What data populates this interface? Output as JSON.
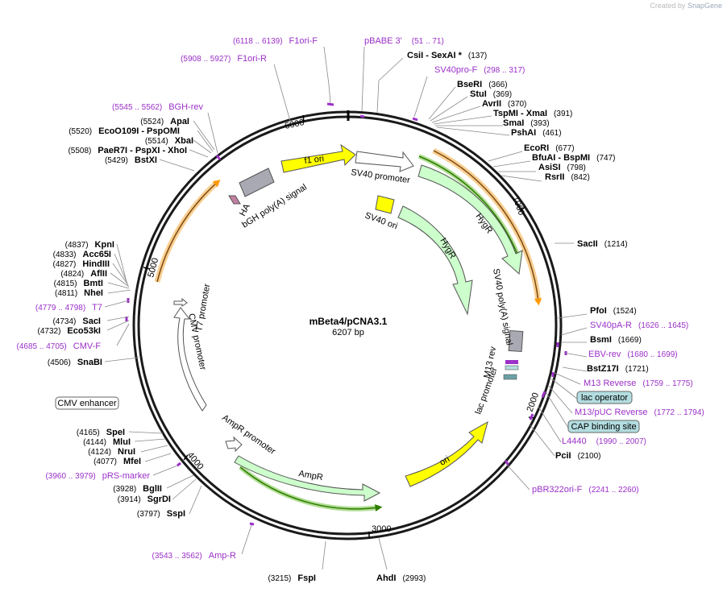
{
  "credit": {
    "prefix": "Created by",
    "brand": "SnapGene"
  },
  "plasmid": {
    "name": "mBeta4/pCNA3.1",
    "size": "6207 bp",
    "length": 6207
  },
  "ticks": [
    {
      "pos": 1000,
      "label": "1000"
    },
    {
      "pos": 2000,
      "label": "2000"
    },
    {
      "pos": 3000,
      "label": "3000"
    },
    {
      "pos": 4000,
      "label": "4000"
    },
    {
      "pos": 5000,
      "label": "5000"
    },
    {
      "pos": 6000,
      "label": "6000"
    }
  ],
  "enzymes": [
    {
      "name": "CsiI",
      "star": " - SexAI *",
      "pos": "(137)"
    },
    {
      "name": "BseRI",
      "pos": "(366)"
    },
    {
      "name": "StuI",
      "pos": "(369)"
    },
    {
      "name": "AvrII",
      "pos": "(370)"
    },
    {
      "name": "TspMI",
      "extra": " - XmaI",
      "pos": "(391)"
    },
    {
      "name": "SmaI",
      "pos": "(393)"
    },
    {
      "name": "PshAI",
      "pos": "(461)"
    },
    {
      "name": "EcoRI",
      "pos": "(677)"
    },
    {
      "name": "BfuAI",
      "extra": " - BspMI",
      "pos": "(747)"
    },
    {
      "name": "AsiSI",
      "pos": "(798)"
    },
    {
      "name": "RsrII",
      "pos": "(842)"
    },
    {
      "name": "SacII",
      "pos": "(1214)"
    },
    {
      "name": "PfoI",
      "pos": "(1524)"
    },
    {
      "name": "BsmI",
      "pos": "(1669)"
    },
    {
      "name": "BstZ17I",
      "pos": "(1721)"
    },
    {
      "name": "PciI",
      "pos": "(2100)"
    },
    {
      "name": "AhdI",
      "pos": "(2993)"
    },
    {
      "name": "FspI",
      "pos": "(3215)"
    },
    {
      "name": "SspI",
      "pos": "(3797)"
    },
    {
      "name": "SgrDI",
      "pos": "(3914)"
    },
    {
      "name": "BglII",
      "pos": "(3928)"
    },
    {
      "name": "MfeI",
      "pos": "(4077)"
    },
    {
      "name": "NruI",
      "pos": "(4124)"
    },
    {
      "name": "MluI",
      "pos": "(4144)"
    },
    {
      "name": "SpeI",
      "pos": "(4165)"
    },
    {
      "name": "SnaBI",
      "pos": "(4506)"
    },
    {
      "name": "Eco53kI",
      "pos": "(4732)"
    },
    {
      "name": "SacI",
      "pos": "(4734)"
    },
    {
      "name": "NheI",
      "pos": "(4811)"
    },
    {
      "name": "BmtI",
      "pos": "(4815)"
    },
    {
      "name": "AflII",
      "pos": "(4824)"
    },
    {
      "name": "HindIII",
      "pos": "(4827)"
    },
    {
      "name": "Acc65I",
      "pos": "(4833)"
    },
    {
      "name": "KpnI",
      "pos": "(4837)"
    },
    {
      "name": "BstXI",
      "pos": "(5429)"
    },
    {
      "name": "PaeR7I",
      "extra": " - PspXI - XhoI",
      "pos": "(5508)"
    },
    {
      "name": "XbaI",
      "pos": "(5514)"
    },
    {
      "name": "EcoO109I",
      "extra": " - PspOMI",
      "pos": "(5520)"
    },
    {
      "name": "ApaI",
      "pos": "(5524)"
    }
  ],
  "primers": [
    {
      "name": "F1ori-F",
      "range": "(6118 .. 6139)"
    },
    {
      "name": "F1ori-R",
      "range": "(5908 .. 5927)"
    },
    {
      "name": "pBABE 3'",
      "range": "(51 .. 71)"
    },
    {
      "name": "SV40pro-F",
      "range": "(298 .. 317)"
    },
    {
      "name": "BGH-rev",
      "range": "(5545 .. 5562)"
    },
    {
      "name": "SV40pA-R",
      "range": "(1626 .. 1645)"
    },
    {
      "name": "EBV-rev",
      "range": "(1680 .. 1699)"
    },
    {
      "name": "M13 Reverse",
      "range": "(1759 .. 1775)"
    },
    {
      "name": "M13/pUC Reverse",
      "range": "(1772 .. 1794)"
    },
    {
      "name": "L4440",
      "range": "(1990 .. 2007)"
    },
    {
      "name": "pBR322ori-F",
      "range": "(2241 .. 2260)"
    },
    {
      "name": "Amp-R",
      "range": "(3543 .. 3562)"
    },
    {
      "name": "pRS-marker",
      "range": "(3960 .. 3979)"
    },
    {
      "name": "CMV-F",
      "range": "(4685 .. 4705)"
    },
    {
      "name": "T7",
      "range": "(4779 .. 4798)"
    }
  ],
  "features": {
    "f1_ori": "f1 ori",
    "sv40_promoter": "SV40 promoter",
    "sv40_ori": "SV40 ori",
    "hygr_outer": "HygR",
    "hygr_inner": "HygR",
    "sv40_polya": "SV40 poly(A) signal",
    "m13_rev": "M13 rev",
    "lac_promoter": "lac promoter",
    "ori": "ori",
    "ampr": "AmpR",
    "ampr_promoter": "AmpR promoter",
    "cmv_promoter": "CMV promoter",
    "t7_promoter": "T7 promoter",
    "cmv_enhancer": "CMV enhancer",
    "ha": "HA",
    "bgh_polya": "bGH poly(A) signal",
    "lac_operator": "lac operator",
    "cap_binding": "CAP binding site"
  },
  "colors": {
    "primer": "#9b30c8",
    "backbone": "#1a1a1a",
    "yellow_feature": "#ffff00",
    "green_feature": "#ccffcc",
    "grey_feature": "#a9a9b3",
    "orange_glow": "#f4a838",
    "teal_box": "#b3dde0"
  }
}
